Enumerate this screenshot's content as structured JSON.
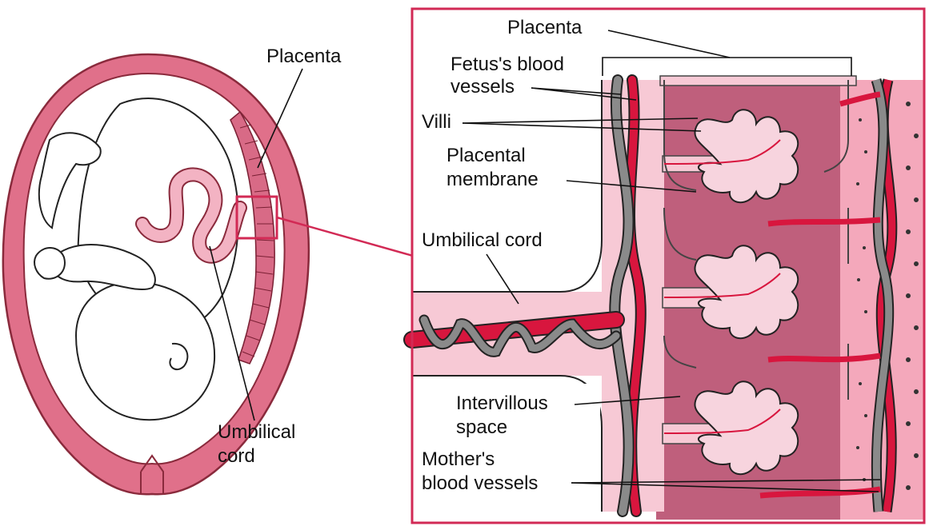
{
  "labels": {
    "left_placenta": "Placenta",
    "left_umbilical_line1": "Umbilical",
    "left_umbilical_line2": "cord",
    "right_placenta": "Placenta",
    "fetus_vessels_line1": "Fetus's blood",
    "fetus_vessels_line2": "vessels",
    "villi": "Villi",
    "membrane_line1": "Placental",
    "membrane_line2": "membrane",
    "umbilical_cord": "Umbilical cord",
    "intervillous_line1": "Intervillous",
    "intervillous_line2": "space",
    "mother_line1": "Mother's",
    "mother_line2": "blood vessels"
  },
  "colors": {
    "uterus_wall": "#e0708a",
    "uterus_outline": "#8a2a3c",
    "cord_pink": "#f3b3c3",
    "frame_red": "#d22a55",
    "artery_red": "#d8163e",
    "vein_gray": "#8a8a8a",
    "intervillous_mauve": "#bf5f7c",
    "tissue_light_pink": "#f7c9d5",
    "decidua_pink": "#f4a8bb"
  }
}
